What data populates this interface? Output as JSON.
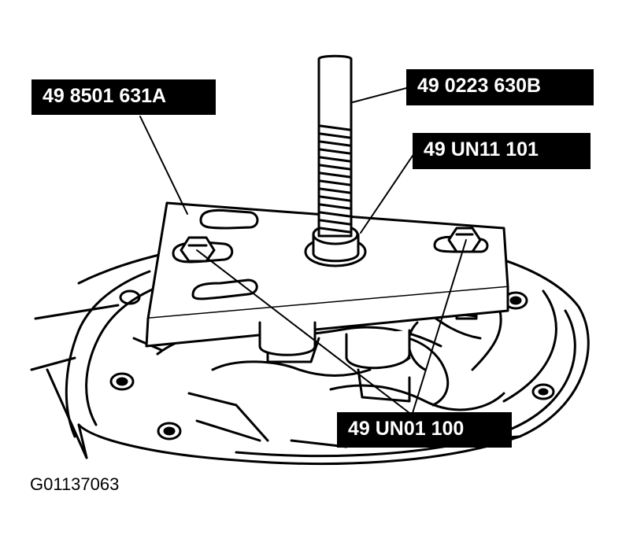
{
  "callouts": {
    "plate_part": "49 8501 631A",
    "bolt_part": "49 0223 630B",
    "nut_part": "49 UN11 101",
    "adapter_part": "49 UN01 100"
  },
  "figure_id": "G01137063",
  "colors": {
    "ink": "#000000",
    "paper": "#ffffff",
    "label_text": "#ffffff"
  }
}
